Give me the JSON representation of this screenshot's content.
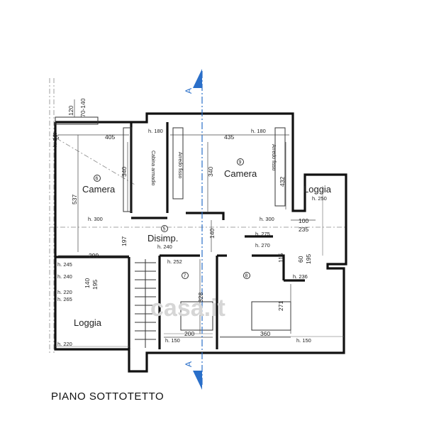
{
  "title": "PIANO SOTTOTETTO",
  "watermark": "casa.it",
  "axis_label": "A",
  "rooms": [
    {
      "id": "room6",
      "number": "6",
      "name": "Camera"
    },
    {
      "id": "room9",
      "number": "9",
      "name": "Camera"
    },
    {
      "id": "room5",
      "number": "5",
      "name": "Disimp.",
      "height": "h. 240"
    },
    {
      "id": "room7",
      "number": "7"
    },
    {
      "id": "room8",
      "number": "8"
    },
    {
      "id": "loggia-top",
      "name": "Loggia",
      "height": "h. 250"
    },
    {
      "id": "loggia-left",
      "name": "Loggia"
    }
  ],
  "labels": {
    "cabina": "Cabina armadio",
    "arredo_left": "Arredo fisso",
    "arredo_right": "Arredo fisso"
  },
  "heights": {
    "h180_left": "h. 180",
    "h180_right": "h. 180",
    "h240_a": "h. 240",
    "h300_left": "h. 300",
    "h300_right": "h. 300",
    "h275": "h. 275",
    "h270": "h. 270",
    "h245": "h. 245",
    "h240_b": "h. 240",
    "h252": "h. 252",
    "h236": "h. 236",
    "h220_a": "h. 220",
    "h265": "h. 265",
    "h220_b": "h. 220",
    "h150_left": "h. 150",
    "h150_right": "h. 150"
  },
  "dimensions": {
    "d120": "120",
    "d70_140": "70-140",
    "d35": "35",
    "d405": "405",
    "d435": "435",
    "d340_left": "340",
    "d340_right": "340",
    "d432": "432",
    "d537": "537",
    "d100": "100",
    "d235": "235",
    "d197": "197",
    "d299": "299",
    "d140_mid": "140",
    "d60": "60",
    "d195_right": "195",
    "d115": "115",
    "d140_left": "140",
    "d195_left": "195",
    "d328": "328",
    "d271": "271",
    "d200": "200",
    "d360": "360"
  },
  "colors": {
    "wall": "#111111",
    "axis": "#2a6fc9",
    "watermark": "#d6d6d6"
  }
}
